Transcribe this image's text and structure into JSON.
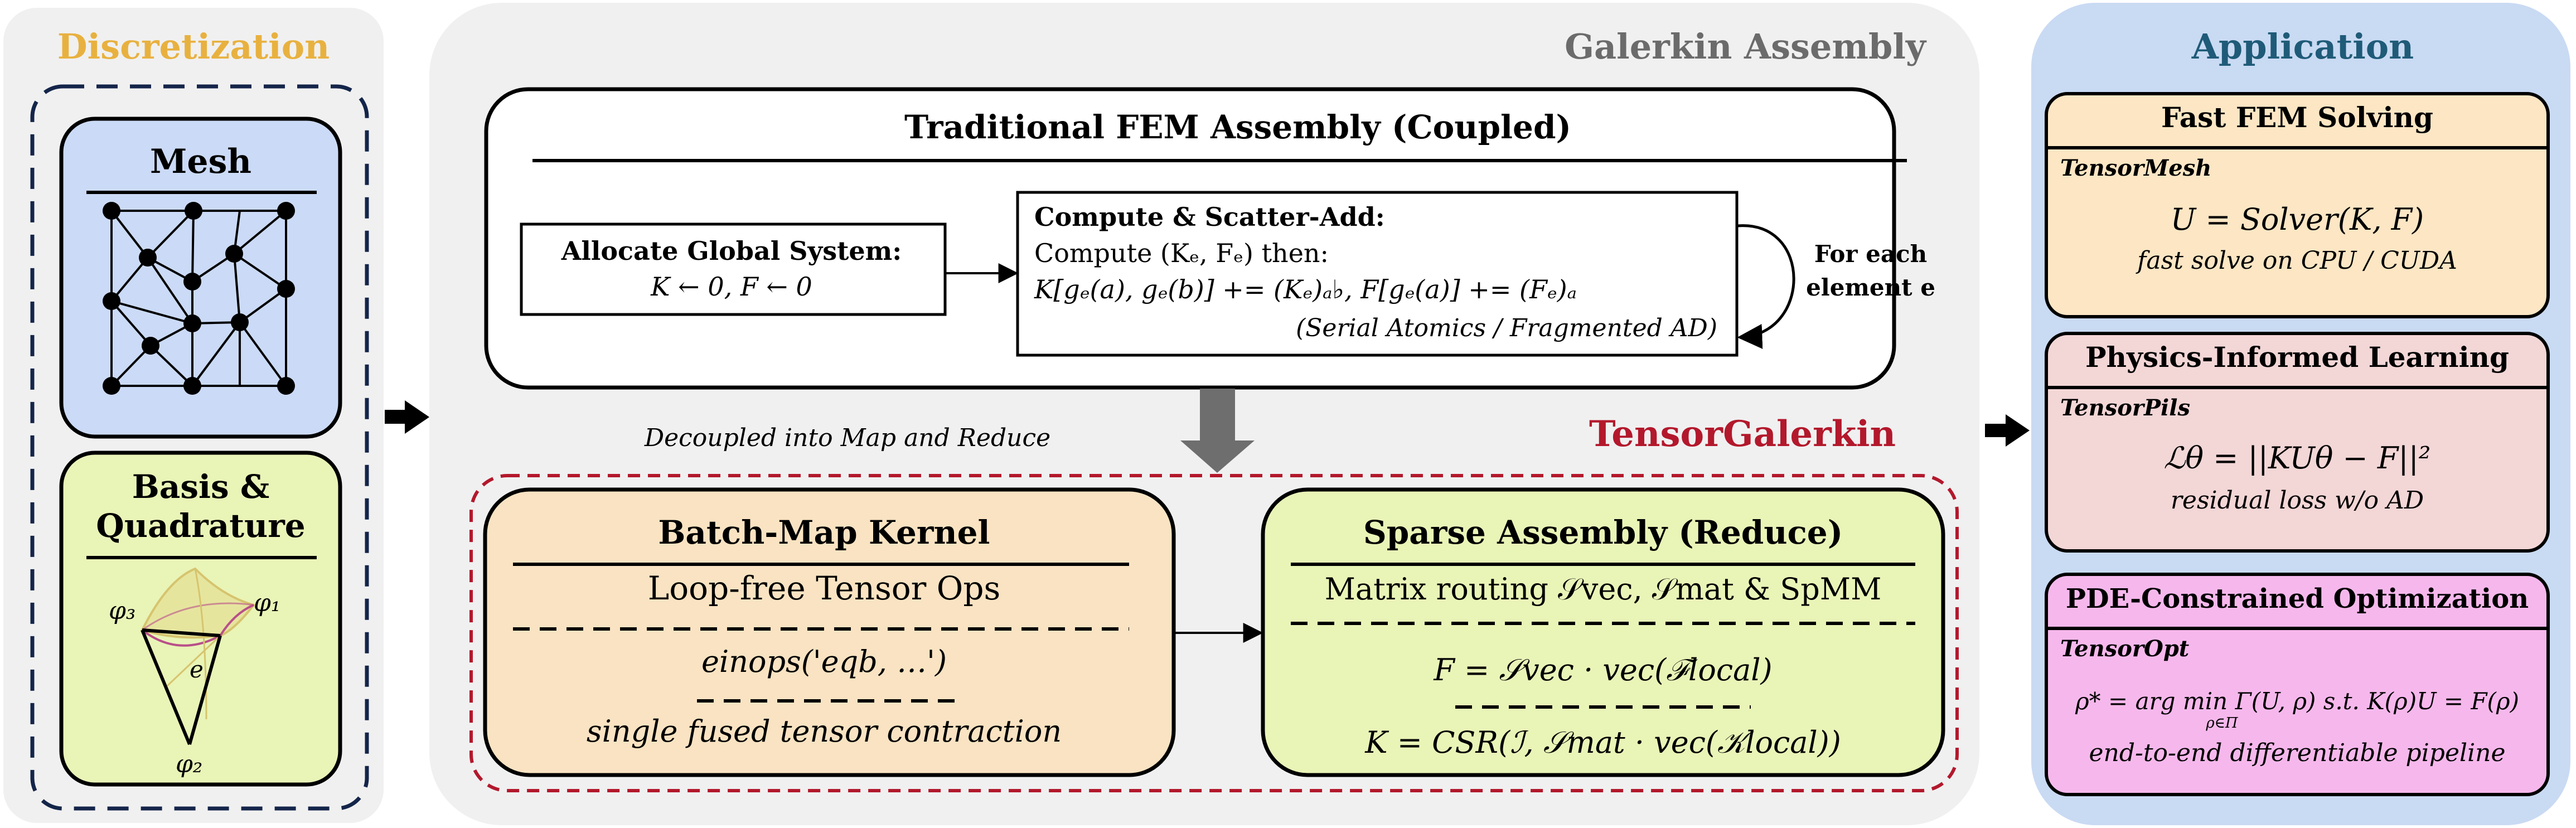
{
  "discretization": {
    "title": "Discretization",
    "mesh_title": "Mesh",
    "basis_title_line1": "Basis &",
    "basis_title_line2": "Quadrature",
    "phi3": "φ₃",
    "phi1": "φ₁",
    "phi2": "φ₂",
    "element_label": "e"
  },
  "assembly": {
    "title": "Galerkin Assembly",
    "traditional": {
      "title": "Traditional FEM Assembly (Coupled)",
      "allocate_title": "Allocate Global System:",
      "allocate_formula": "K ← 0, F ← 0",
      "compute_title": "Compute & Scatter-Add:",
      "compute_line1": "Compute (Kₑ, Fₑ) then:",
      "compute_line2": "K[gₑ(a), gₑ(b)] += (Kₑ)ₐ♭, F[gₑ(a)] += (Fₑ)ₐ",
      "compute_note": "(Serial Atomics / Fragmented AD)",
      "loop_label_line1": "For each",
      "loop_label_line2": "element e"
    },
    "decoupled_label": "Decoupled into Map and Reduce",
    "tensorgalerkin_label": "TensorGalerkin",
    "batch_map": {
      "title": "Batch-Map Kernel",
      "subtitle": "Loop-free  Tensor Ops",
      "einops": "einops('eqb, …')",
      "contraction": "single fused tensor contraction"
    },
    "sparse": {
      "title": "Sparse Assembly (Reduce)",
      "routing": "Matrix routing 𝒮vec, 𝒮mat &  SpMM",
      "F_formula": "F = 𝒮vec · vec(ℱlocal)",
      "K_formula": "K = CSR(ℐ, 𝒮mat · vec(𝒦local))"
    }
  },
  "application": {
    "title": "Application",
    "boxes": [
      {
        "title": "Fast FEM Solving",
        "tag": "TensorMesh",
        "formula": "U = Solver(K, F)",
        "desc": "fast solve on CPU / CUDA",
        "fill": "#fce6c4"
      },
      {
        "title": "Physics-Informed Learning",
        "tag": "TensorPils",
        "formula": "ℒθ = ||KUθ − F||²",
        "desc": "residual loss w/o AD",
        "fill": "#f3d6d6"
      },
      {
        "title": "PDE-Constrained Optimization",
        "tag": "TensorOpt",
        "formula": "ρ* = arg min Γ(U, ρ) s.t. K(ρ)U = F(ρ)",
        "formula_sub": "ρ∈Π",
        "desc": "end-to-end differentiable pipeline",
        "fill": "#f6b8ec"
      }
    ]
  },
  "colors": {
    "discretization_title": "#e8b13f",
    "assembly_title": "#6b6b6b",
    "application_title": "#1f5b78",
    "tensorgalerkin_red": "#b3182c",
    "navy_dash": "#14254a",
    "mesh_fill": "#cbdaf6",
    "green_fill": "#e9f4b7",
    "orange_fill": "#f9e3c2",
    "panel_gray": "#f0f0f0",
    "app_blue": "#c9daf3"
  }
}
